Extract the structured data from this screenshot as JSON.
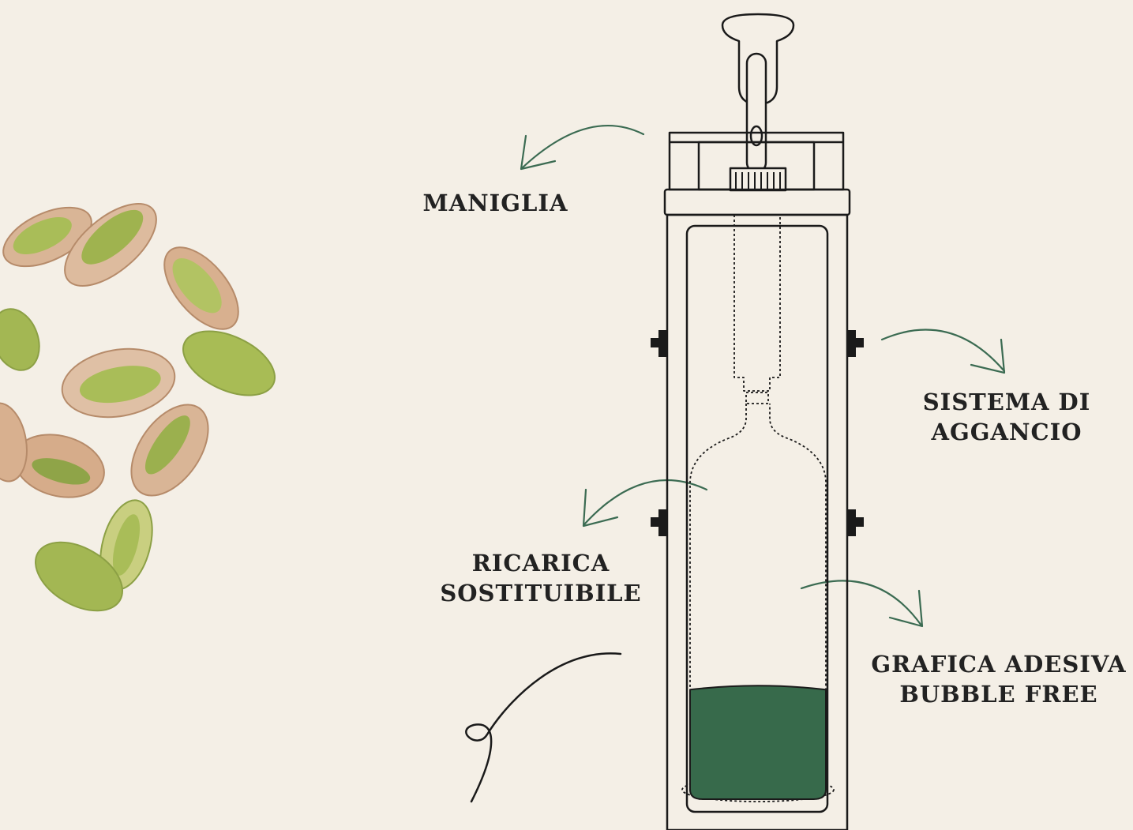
{
  "colors": {
    "background": "#f4efe6",
    "ink": "#1a1a1a",
    "arrow": "#3b6b52",
    "fill": "#376a4b",
    "pistachio_shell": "#d9b596",
    "pistachio_nut": "#a9bd58"
  },
  "labels": {
    "handle": [
      "MANIGLIA"
    ],
    "hook": [
      "SISTEMA DI",
      "AGGANCIO"
    ],
    "refill": [
      "RICARICA",
      "SOSTITUIBILE"
    ],
    "sticker": [
      "GRAFICA ADESIVA",
      "BUBBLE FREE"
    ]
  },
  "icons": {
    "decor": "pistachios-cluster",
    "doodle": "loop-squiggle-icon"
  },
  "fill_level": 0.36
}
